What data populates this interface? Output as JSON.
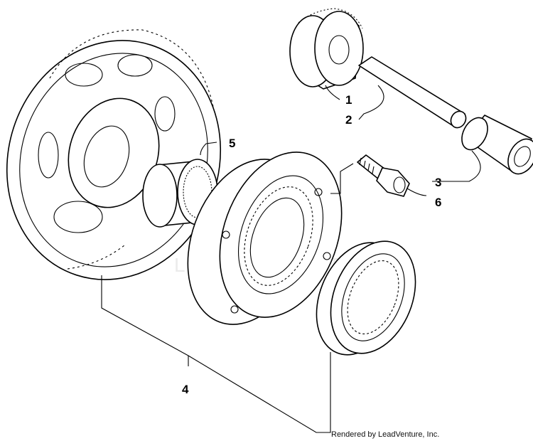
{
  "diagram": {
    "callouts": [
      {
        "id": "1",
        "label": "1"
      },
      {
        "id": "2",
        "label": "2"
      },
      {
        "id": "3",
        "label": "3"
      },
      {
        "id": "4",
        "label": "4"
      },
      {
        "id": "5",
        "label": "5"
      },
      {
        "id": "6",
        "label": "6"
      }
    ],
    "watermark": "LEADVENTURE",
    "credit": "Rendered by LeadVenture, Inc.",
    "colors": {
      "line": "#000000",
      "background": "#ffffff",
      "watermark": "#d9d9d9"
    }
  }
}
